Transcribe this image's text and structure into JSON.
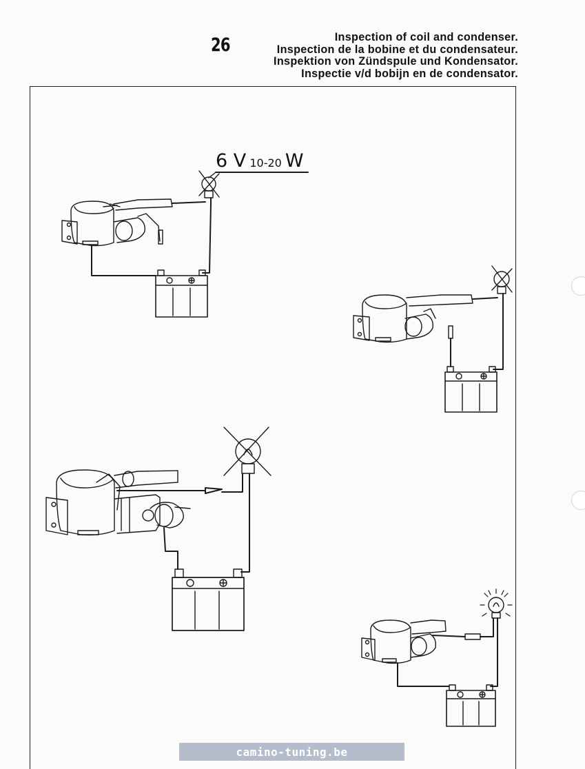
{
  "page_number": "26",
  "titles": {
    "en": "Inspection of coil and condenser.",
    "fr": "Inspection de la bobine et du condensateur.",
    "de": "Inspektion von Zündspule und Kondensator.",
    "nl": "Inspectie v/d bobijn en de condensator."
  },
  "lamp_spec": {
    "voltage": "6 V",
    "wattage_range": "10-20",
    "wattage_unit": "W"
  },
  "watermark": "camino-tuning.be",
  "colors": {
    "line": "#1a1a1a",
    "paper": "#fbfbf9",
    "watermark_bg": "#b5bccb"
  },
  "diagrams": [
    {
      "id": "test-1",
      "lamp_state": "off"
    },
    {
      "id": "test-2",
      "lamp_state": "off"
    },
    {
      "id": "test-3",
      "lamp_state": "off"
    },
    {
      "id": "test-4",
      "lamp_state": "lit"
    }
  ]
}
